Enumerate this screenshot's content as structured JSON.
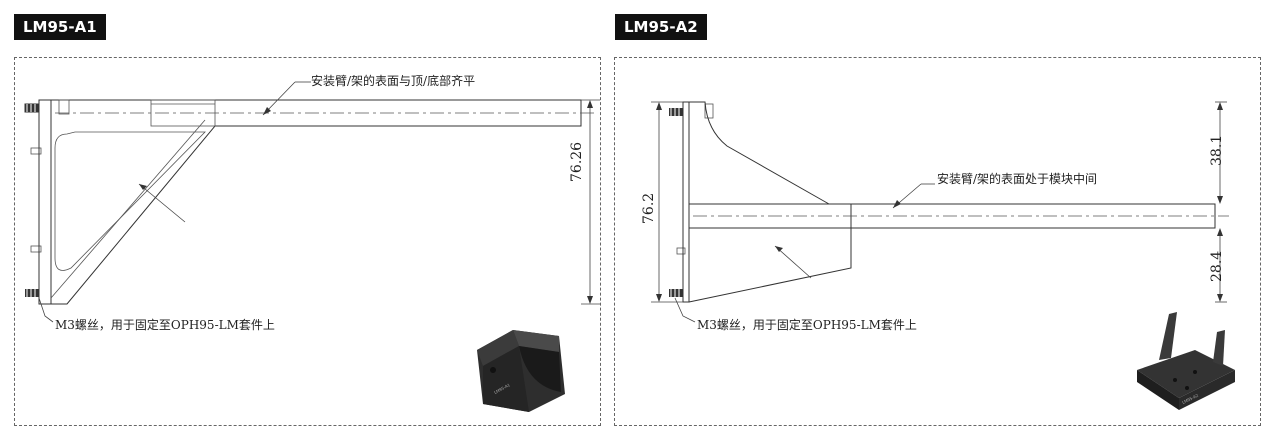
{
  "left": {
    "tag": "LM95-A1",
    "note_top": "安装臂/架的表面与顶/底部齐平",
    "note_bottom": "M3螺丝，用于固定至OPH95-LM套件上",
    "dim_total": "76.26"
  },
  "right": {
    "tag": "LM95-A2",
    "note_mid": "安装臂/架的表面处于模块中间",
    "note_bottom": "M3螺丝，用于固定至OPH95-LM套件上",
    "dim_total": "76.2",
    "dim_top": "38.1",
    "dim_bottom": "28.4"
  }
}
